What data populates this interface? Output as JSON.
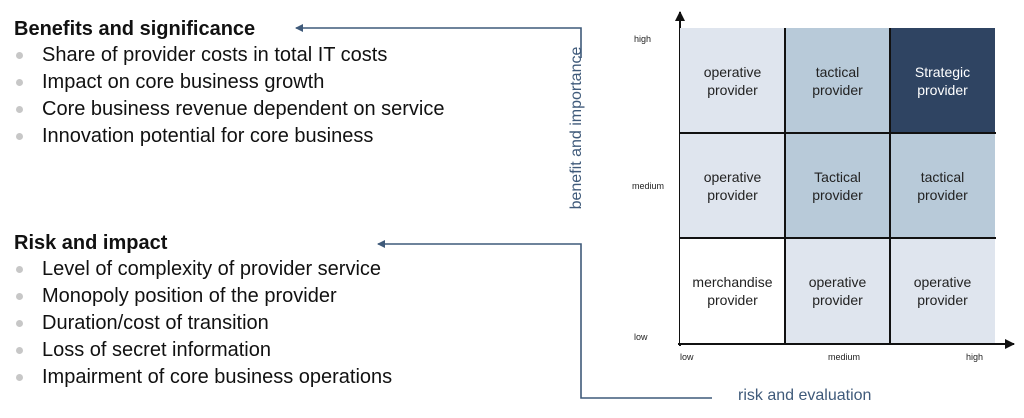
{
  "benefits": {
    "title": "Benefits and significance",
    "items": [
      "Share of provider costs in total IT costs",
      "Impact on core business growth",
      "Core business revenue dependent on service",
      "Innovation potential for core business"
    ]
  },
  "risk": {
    "title": "Risk and impact",
    "items": [
      "Level of complexity of provider service",
      "Monopoly position of the provider",
      "Duration/cost of transition",
      "Loss of secret information",
      "Impairment of core business operations"
    ]
  },
  "matrix": {
    "y_axis_title": "benefit and importance",
    "x_axis_title": "risk and evaluation",
    "y_ticks": [
      "high",
      "medium",
      "low"
    ],
    "x_ticks": [
      "low",
      "medium",
      "high"
    ],
    "rows": [
      [
        {
          "label": "operative provider",
          "shade": "light"
        },
        {
          "label": "tactical provider",
          "shade": "mid"
        },
        {
          "label": "Strategic provider",
          "shade": "dark"
        }
      ],
      [
        {
          "label": "operative provider",
          "shade": "light"
        },
        {
          "label": "Tactical provider",
          "shade": "mid"
        },
        {
          "label": "tactical provider",
          "shade": "mid"
        }
      ],
      [
        {
          "label": "merchandise provider",
          "shade": "white"
        },
        {
          "label": "operative provider",
          "shade": "light"
        },
        {
          "label": "operative provider",
          "shade": "light"
        }
      ]
    ],
    "colors": {
      "white": "#ffffff",
      "light": "#dfe5ee",
      "mid": "#b8cad9",
      "dark": "#2f4462",
      "connector": "#3f5a7a"
    }
  }
}
